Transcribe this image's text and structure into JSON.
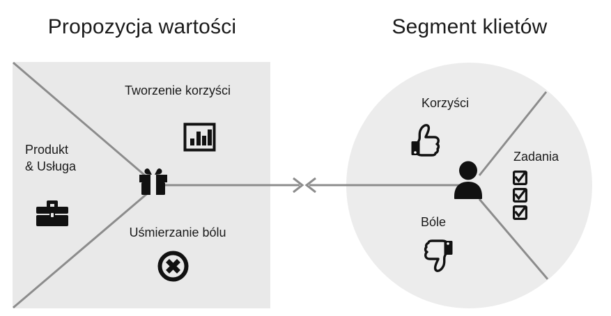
{
  "diagram": {
    "type": "value-proposition-canvas",
    "language": "pl",
    "background_color": "#ffffff",
    "panel_fill": "#e9e9e9",
    "line_color": "#8c8c8c",
    "icon_color": "#111111"
  },
  "left_panel": {
    "headline": "Propozycja wartości",
    "shape": "square",
    "segments": [
      {
        "label": "Tworzenie korzyści",
        "icon": "bar-chart-icon"
      },
      {
        "label": "Produkt\n& Usługa",
        "label_line_1": "Produkt",
        "label_line_2": "& Usługa",
        "icon": "briefcase-icon"
      },
      {
        "label": "Uśmierzanie bólu",
        "icon": "circle-x-icon"
      }
    ],
    "center_icon": "gift-icon"
  },
  "right_panel": {
    "headline": "Segment klietów",
    "shape": "circle",
    "segments": [
      {
        "label": "Korzyści",
        "icon": "thumbs-up-icon"
      },
      {
        "label": "Zadania",
        "icon": "checkbox-list-icon",
        "checkbox_count": 3,
        "checkbox_state": "checked"
      },
      {
        "label": "Bóle",
        "icon": "thumbs-down-icon"
      }
    ],
    "center_icon": "person-icon"
  },
  "connector": {
    "left_arrow": "arrow-right-icon",
    "right_arrow": "arrow-left-icon",
    "color": "#8c8c8c"
  }
}
